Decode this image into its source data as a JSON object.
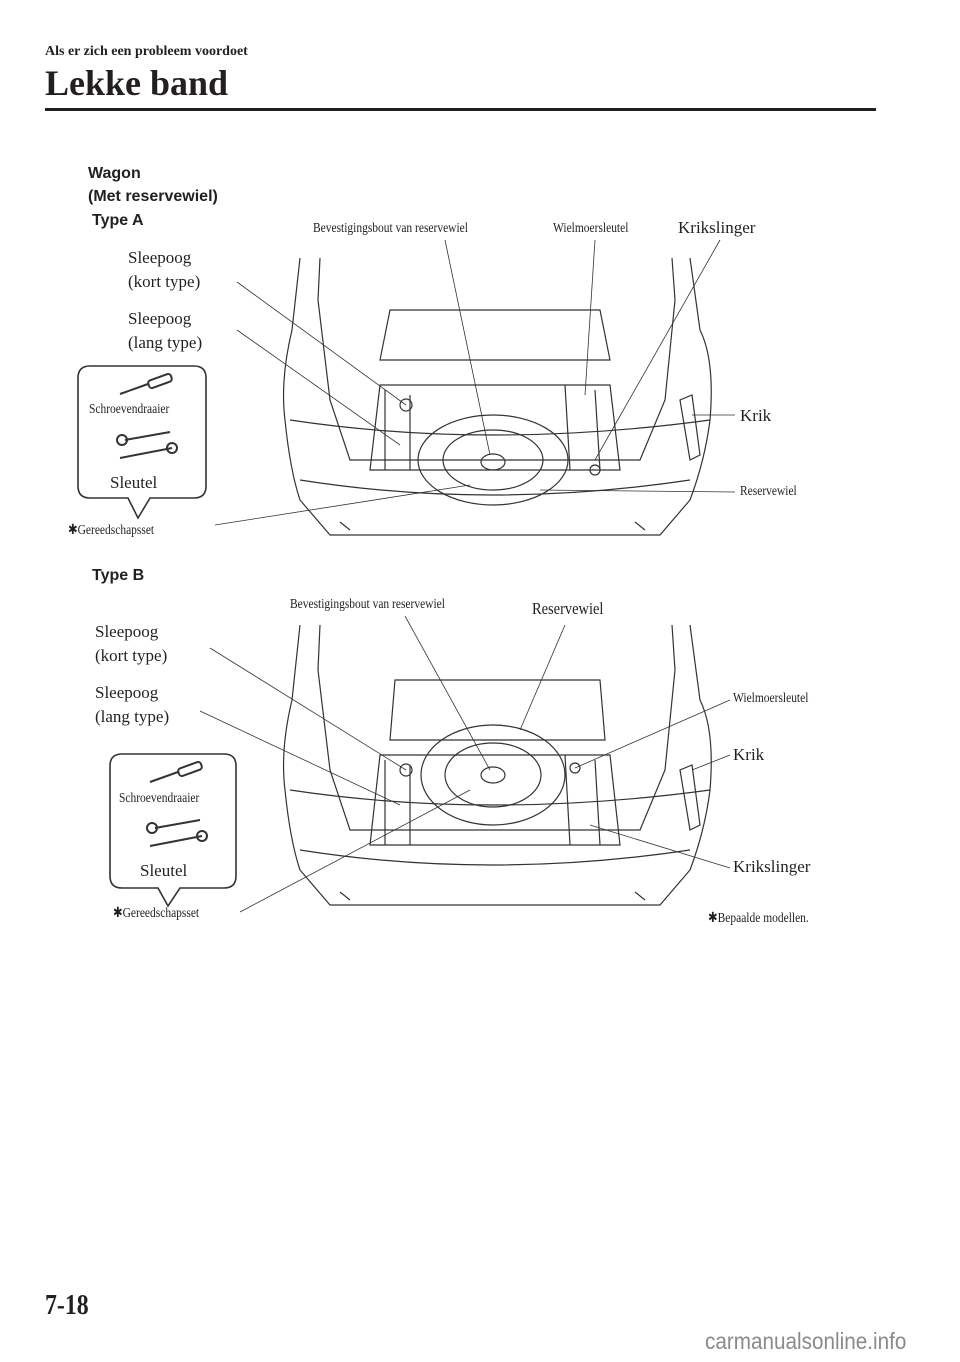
{
  "header": {
    "section": "Als er zich een probleem voordoet",
    "title": "Lekke band"
  },
  "figure": {
    "variant": "Wagon",
    "variant_note": "(Met reservewiel)",
    "type_a": {
      "heading": "Type A",
      "sleepoog_kort": [
        "Sleepoog",
        "(kort type)"
      ],
      "sleepoog_lang": [
        "Sleepoog",
        "(lang type)"
      ],
      "bevestigingsbout": "Bevestigingsbout van reservewiel",
      "wielmoersleutel": "Wielmoersleutel",
      "krikslinger": "Krikslinger",
      "krik": "Krik",
      "reservewiel": "Reservewiel",
      "gereedschapsset": "Gereedschapsset",
      "schroevendraaier": "Schroevendraaier",
      "sleutel": "Sleutel"
    },
    "type_b": {
      "heading": "Type B",
      "bevestigingsbout": "Bevestigingsbout van reservewiel",
      "reservewiel": "Reservewiel",
      "sleepoog_kort": [
        "Sleepoog",
        "(kort type)"
      ],
      "sleepoog_lang": [
        "Sleepoog",
        "(lang type)"
      ],
      "wielmoersleutel": "Wielmoersleutel",
      "krik": "Krik",
      "krikslinger": "Krikslinger",
      "gereedschapsset": "Gereedschapsset",
      "schroevendraaier": "Schroevendraaier",
      "sleutel": "Sleutel",
      "footnote": "Bepaalde modellen."
    },
    "footnote_mark": "✱"
  },
  "footer": {
    "page_number": "7-18",
    "watermark": "carmanualsonline.info"
  }
}
